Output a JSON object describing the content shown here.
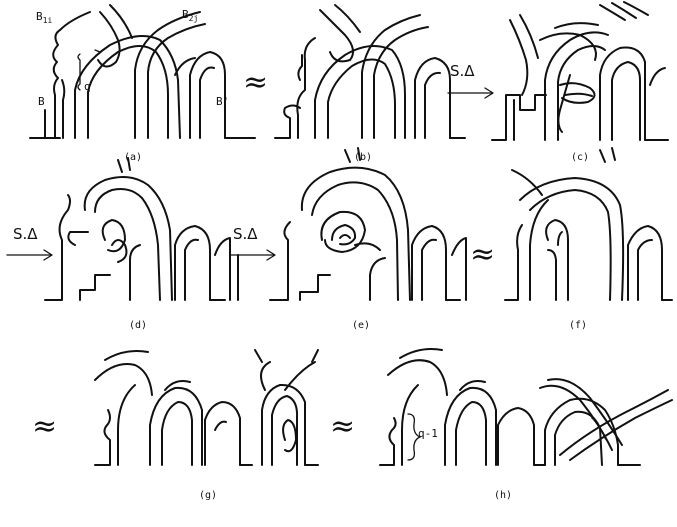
{
  "panels": [
    {
      "label": "(a)"
    },
    {
      "label": "(b)"
    },
    {
      "label": "(c)"
    },
    {
      "label": "(d)"
    },
    {
      "label": "(e)"
    },
    {
      "label": "(f)"
    },
    {
      "label": "(g)"
    },
    {
      "label": "(h)"
    }
  ],
  "annotations": {
    "b1i_main": "B",
    "b1i_sub": "1i",
    "b2j_main": "B",
    "b2j_sub": "2j",
    "q": "q",
    "b": "B",
    "b_prime": "B'",
    "q_minus_1": "q-1"
  },
  "moves": {
    "op_a_to_c": "S.Δ",
    "op_to_d": "S.Δ",
    "op_d_to_e": "S.Δ"
  },
  "equivalences": {
    "symbol": "≈"
  }
}
